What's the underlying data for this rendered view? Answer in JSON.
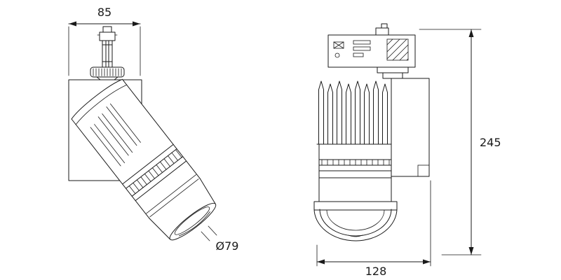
{
  "page": {
    "background": "#ffffff",
    "line_color": "#1a1a1a"
  },
  "drawing": {
    "dimensions": {
      "d85": "85",
      "d79": "Ø79",
      "d245": "245",
      "d128": "128"
    }
  }
}
